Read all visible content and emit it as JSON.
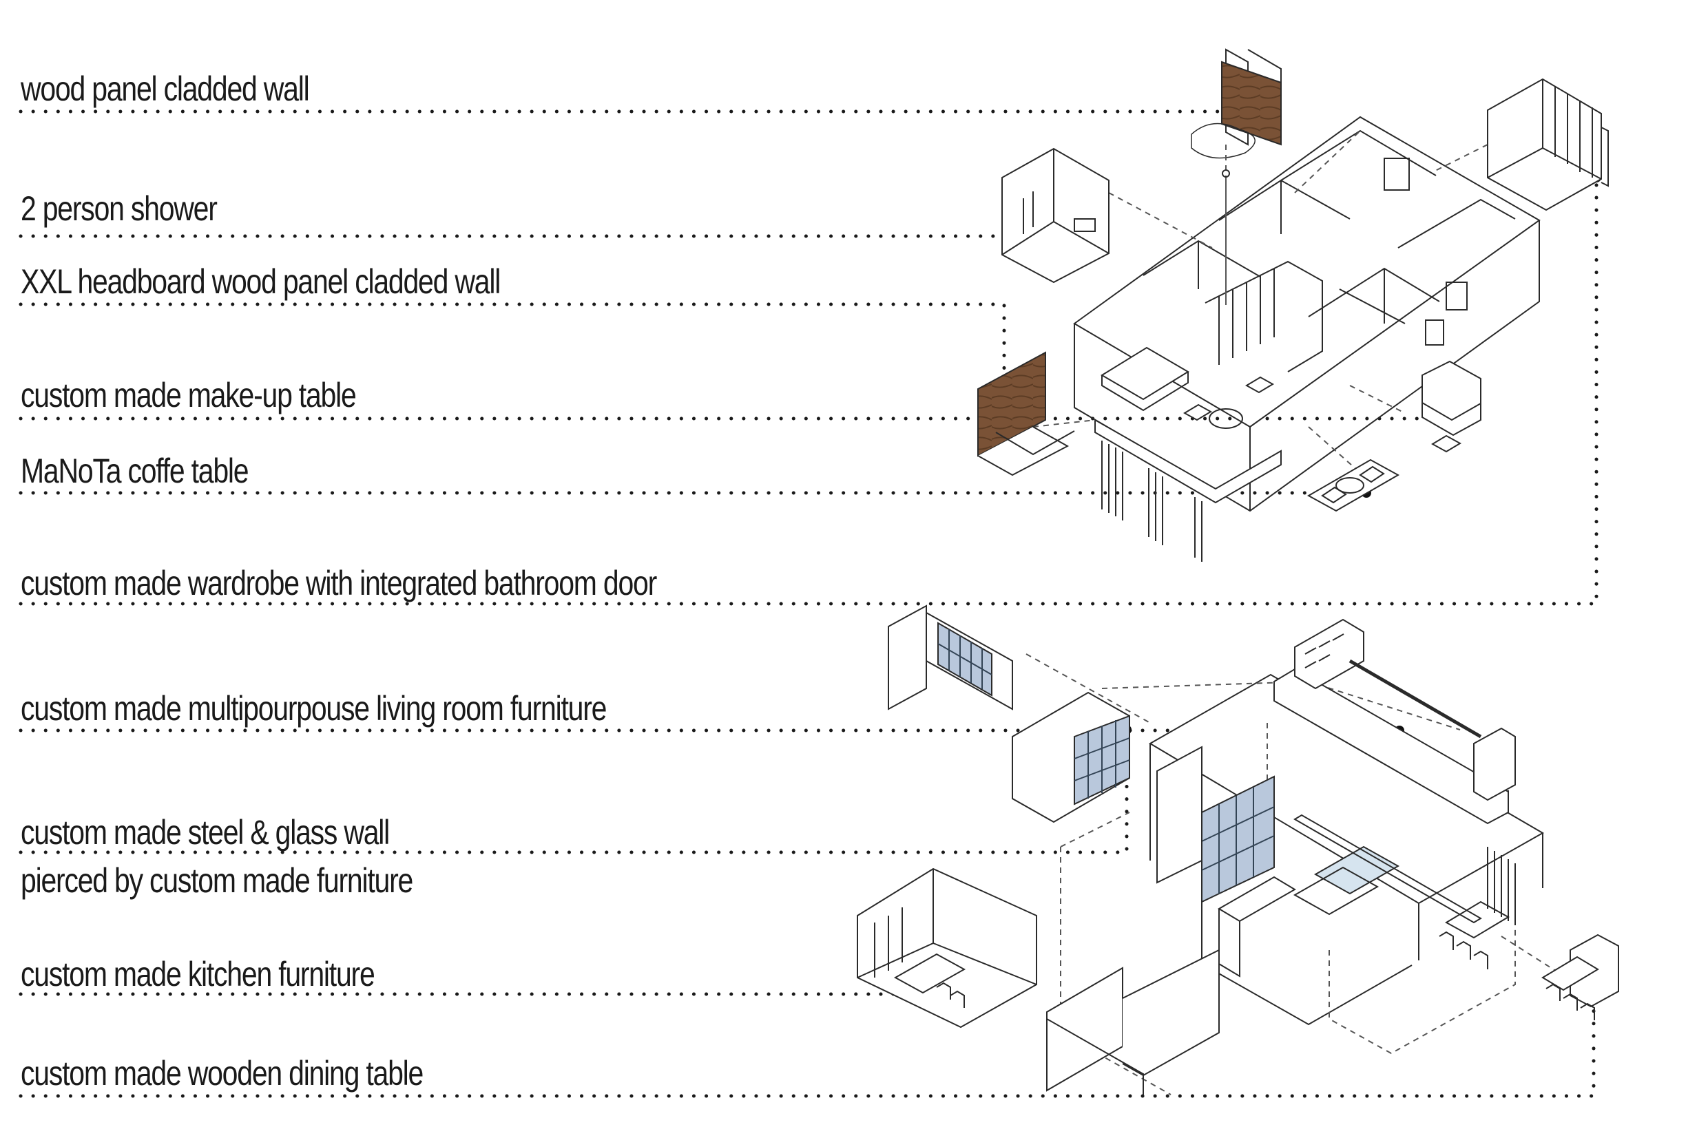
{
  "labels": [
    {
      "text": "wood panel cladded wall"
    },
    {
      "text": "2 person shower"
    },
    {
      "text": "XXL headboard wood panel cladded wall"
    },
    {
      "text": "custom made make-up table"
    },
    {
      "text": "MaNoTa  coffe table"
    },
    {
      "text": "custom made wardrobe with integrated bathroom door"
    },
    {
      "text": "custom made multipourpouse living room furniture"
    },
    {
      "text": "custom made steel & glass wall"
    },
    {
      "text": "pierced by custom made furniture"
    },
    {
      "text": "custom made kitchen furniture"
    },
    {
      "text": "custom made wooden dining table"
    }
  ],
  "colors": {
    "line": "#2a2a2a",
    "wood": "#7a5236",
    "glass": "#b9c8dc",
    "ink": "#1a1a1a"
  }
}
